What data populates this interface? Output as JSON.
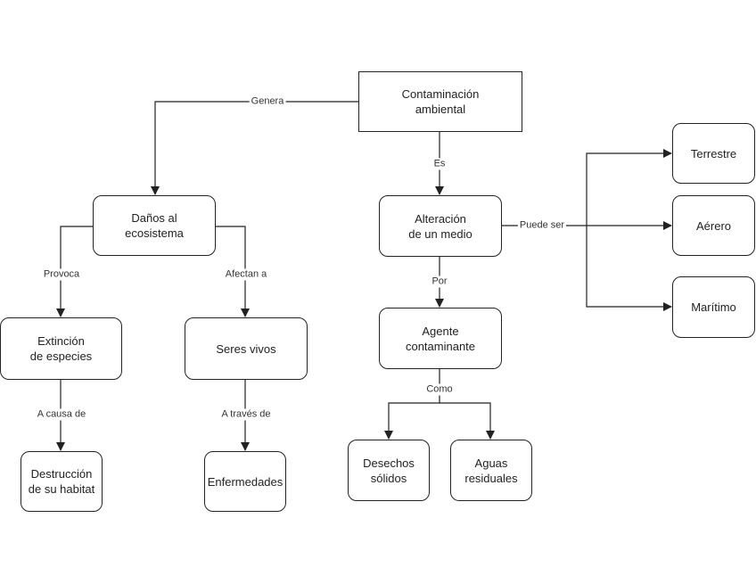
{
  "nodes": {
    "contaminacion": "Contaminación\nambiental",
    "danos": "Daños al\necosistema",
    "alteracion": "Alteración\nde un medio",
    "extincion": "Extinción\nde especies",
    "seres": "Seres vivos",
    "agente": "Agente\ncontaminante",
    "destruccion": "Destrucción\nde su habitat",
    "enfermedades": "Enfermedades",
    "desechos": "Desechos\nsólidos",
    "aguas": "Aguas\nresiduales",
    "terrestre": "Terrestre",
    "aerero": "Aérero",
    "maritimo": "Marítimo"
  },
  "edge_labels": {
    "genera": "Genera",
    "es": "Es",
    "puede_ser": "Puede ser",
    "provoca": "Provoca",
    "afectan": "Afectan a",
    "por": "Por",
    "a_causa": "A causa de",
    "a_traves": "A través de",
    "como": "Como"
  },
  "colors": {
    "line": "#222222",
    "text": "#222222",
    "background": "#ffffff"
  }
}
